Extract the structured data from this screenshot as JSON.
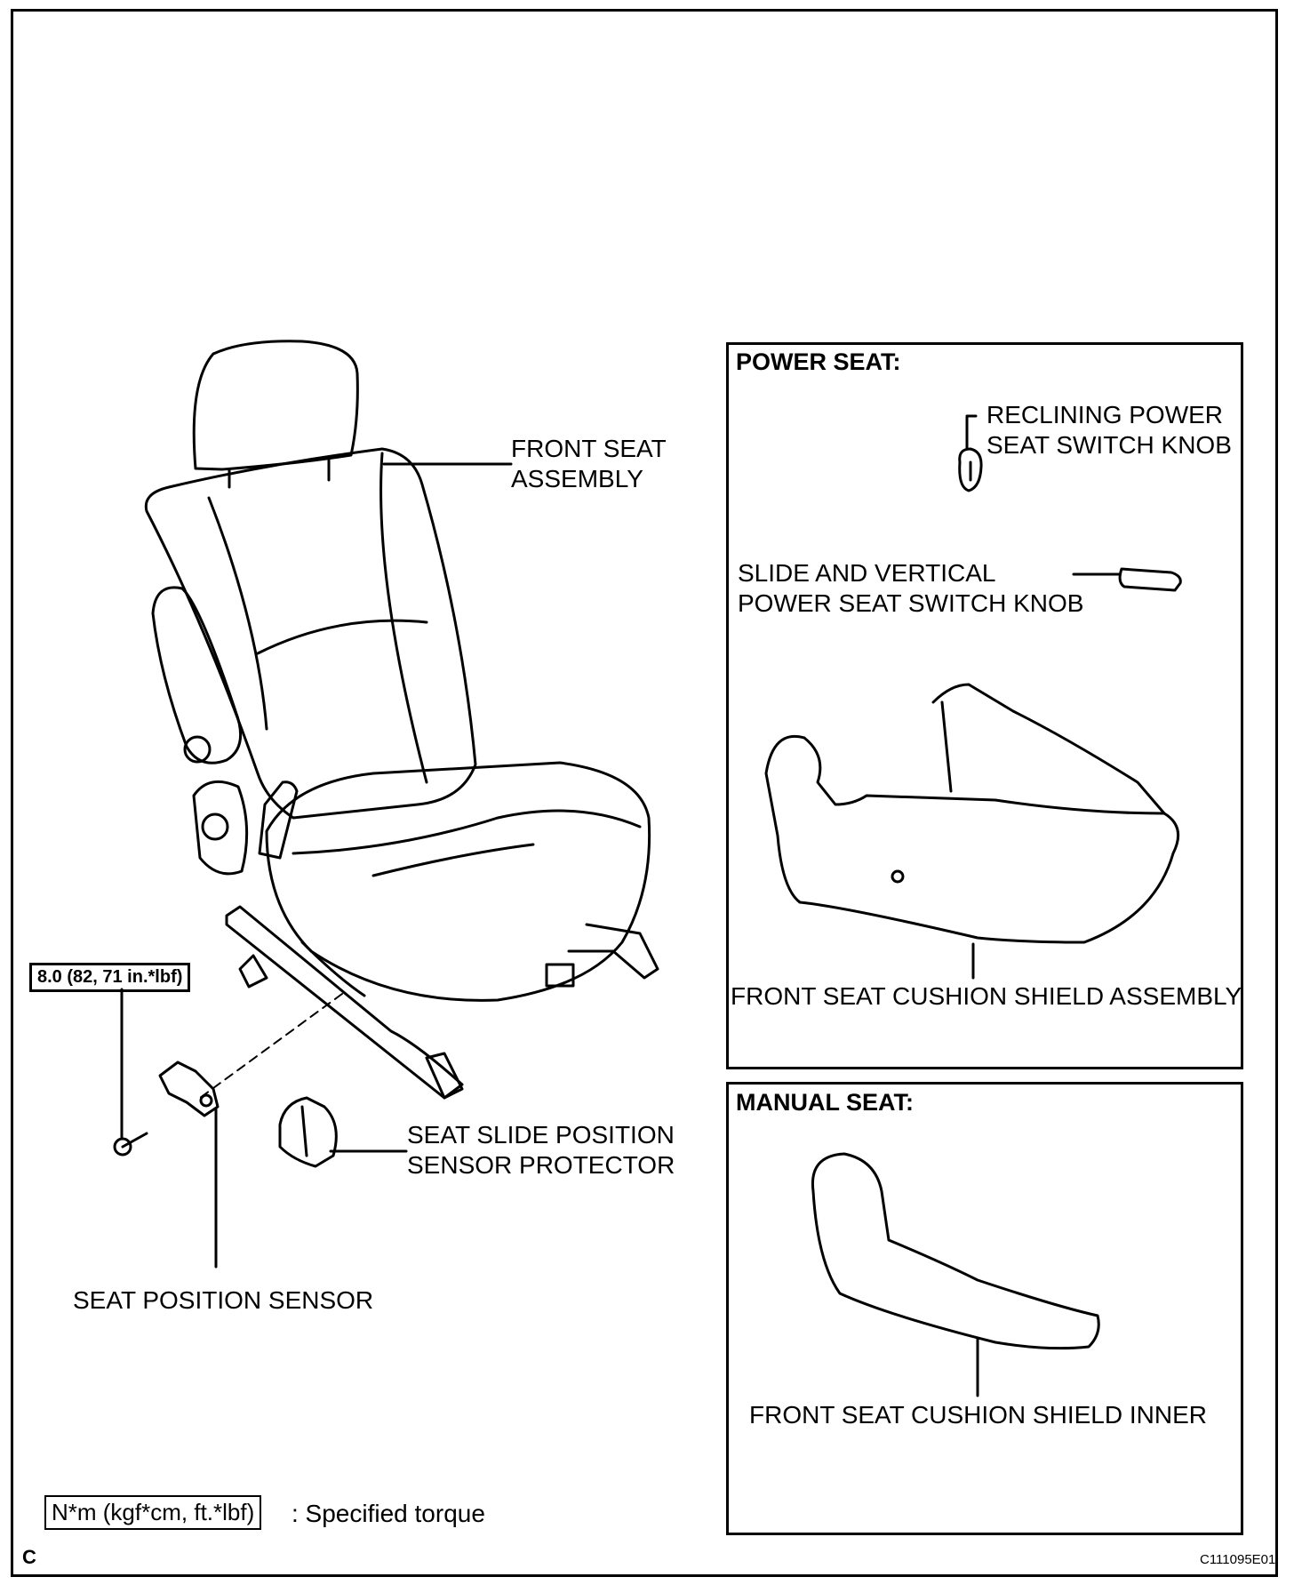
{
  "labels": {
    "front_seat_assembly": [
      "FRONT SEAT",
      "ASSEMBLY"
    ],
    "torque": "8.0 (82, 71 in.*lbf)",
    "seat_slide_position_sensor_protector": [
      "SEAT SLIDE POSITION",
      "SENSOR PROTECTOR"
    ],
    "seat_position_sensor": "SEAT POSITION SENSOR",
    "legend_box": "N*m (kgf*cm, ft.*lbf)",
    "legend_text": ": Specified torque",
    "corner_letter": "C",
    "figure_code": "C111095E01"
  },
  "power_seat": {
    "title": "POWER SEAT:",
    "reclining_knob": [
      "RECLINING POWER",
      "SEAT SWITCH KNOB"
    ],
    "slide_knob": [
      "SLIDE AND VERTICAL",
      "POWER SEAT SWITCH KNOB"
    ],
    "shield_assembly": "FRONT SEAT CUSHION SHIELD ASSEMBLY"
  },
  "manual_seat": {
    "title": "MANUAL SEAT:",
    "shield_inner": "FRONT SEAT CUSHION SHIELD INNER"
  }
}
